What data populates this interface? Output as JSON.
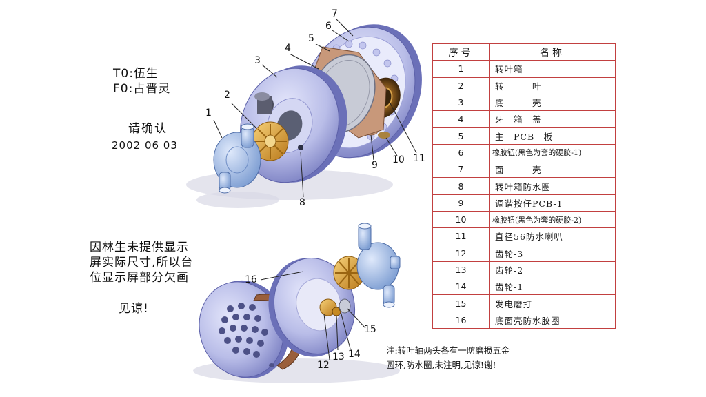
{
  "notes": {
    "to": "T0:伍生",
    "fo": "F0:占晋灵",
    "confirm": "请确认",
    "date": "2002 06 03",
    "explanation": "因林生未提供显示\n屏实际尺寸,所以台\n位显示屏部分欠画",
    "apology": "见谅!",
    "footnote": "注:转叶轴两头各有一防磨损五金\n圆环,防水圈,未注明,见谅!谢!"
  },
  "table": {
    "header_no": "序号",
    "header_name": "名称",
    "rows": [
      {
        "no": "1",
        "name": "转叶箱"
      },
      {
        "no": "2",
        "name": "转　　　叶"
      },
      {
        "no": "3",
        "name": "底　　　壳"
      },
      {
        "no": "4",
        "name": "牙　箱　盖"
      },
      {
        "no": "5",
        "name": "主　PCB　板"
      },
      {
        "no": "6",
        "name": "橡胶钮(黑色为套的硬胶-1)"
      },
      {
        "no": "7",
        "name": "面　　　壳"
      },
      {
        "no": "8",
        "name": "转叶箱防水圈"
      },
      {
        "no": "9",
        "name": "调谐按仔PCB-1"
      },
      {
        "no": "10",
        "name": "橡胶钮(黑色为套的硬胶-2)"
      },
      {
        "no": "11",
        "name": "直径56防水喇叭"
      },
      {
        "no": "12",
        "name": "齿轮-3"
      },
      {
        "no": "13",
        "name": "齿轮-2"
      },
      {
        "no": "14",
        "name": "齿轮-1"
      },
      {
        "no": "15",
        "name": "发电磨打"
      },
      {
        "no": "16",
        "name": "底面壳防水胶圈"
      }
    ]
  },
  "callouts": {
    "top": [
      "1",
      "2",
      "3",
      "4",
      "5",
      "6",
      "7",
      "8",
      "9",
      "10",
      "11"
    ],
    "bottom": [
      "16",
      "15",
      "12",
      "13",
      "14"
    ]
  },
  "colors": {
    "table_border": "#c24040",
    "shell": "#b9bde8",
    "shell_dark": "#7e83c4",
    "gear": "#e3a92b",
    "pcb": "#c8987a",
    "speaker": "#8a5a1c"
  }
}
